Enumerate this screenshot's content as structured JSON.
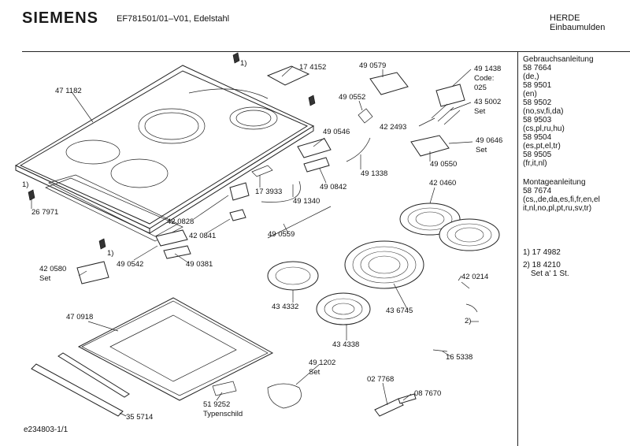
{
  "header": {
    "brand": "SIEMENS",
    "model": "EF781501/01–V01, Edelstahl",
    "category_line1": "HERDE",
    "category_line2": "Einbaumulden"
  },
  "docs": {
    "manual_title": "Gebrauchsanleitung",
    "manual_entries": [
      "58 7664",
      "(de,)",
      "58 9501",
      "(en)",
      "58 9502",
      "(no,sv,fi,da)",
      "58 9503",
      "(cs,pl,ru,hu)",
      "58 9504",
      "(es,pt,el,tr)",
      "58 9505",
      "(fr,it,nl)"
    ],
    "install_title": "Montageanleitung",
    "install_entries": [
      "58 7674",
      "(cs,,de,da,es,fi,fr,en,el",
      "it,nl,no,pl,pt,ru,sv,tr)"
    ]
  },
  "notes": {
    "note1": "1)  17 4982",
    "note2_line1": "2)  18 4210",
    "note2_line2": "Set a' 1 St."
  },
  "labels": {
    "p471182": "47 1182",
    "n1_top": "1)",
    "p174152": "17 4152",
    "p490579": "49 0579",
    "p491438": "49 1438",
    "code_label": "Code:",
    "code_value": "025",
    "p490552": "49 0552",
    "p435002": "43 5002",
    "set_a": "Set",
    "p422493": "42 2493",
    "p490546": "49 0546",
    "p490646": "49 0646",
    "set_b": "Set",
    "p491338": "49 1338",
    "p490550": "49 0550",
    "n1_left": "1)",
    "p267971": "26 7971",
    "p173933": "17 3933",
    "p490842": "49 0842",
    "p420460": "42 0460",
    "p491340": "49 1340",
    "p420828": "42 0828",
    "p420841": "42 0841",
    "p490559": "49 0559",
    "n1_mid": "1)",
    "p420580": "42 0580",
    "set_c": "Set",
    "p490542": "49 0542",
    "p490381": "49 0381",
    "p434332": "43 4332",
    "p420214": "42 0214",
    "p436745": "43 6745",
    "n2": "2)",
    "p470918": "47 0918",
    "p434338": "43 4338",
    "p165338": "16 5338",
    "p491202": "49 1202",
    "set_d": "Set",
    "p027768": "02 7768",
    "p087670": "08 7670",
    "p519252": "51 9252",
    "typenschild": "Typenschild",
    "p355714": "35 5714"
  },
  "footer": {
    "doc_id": "e234803-1/1"
  }
}
